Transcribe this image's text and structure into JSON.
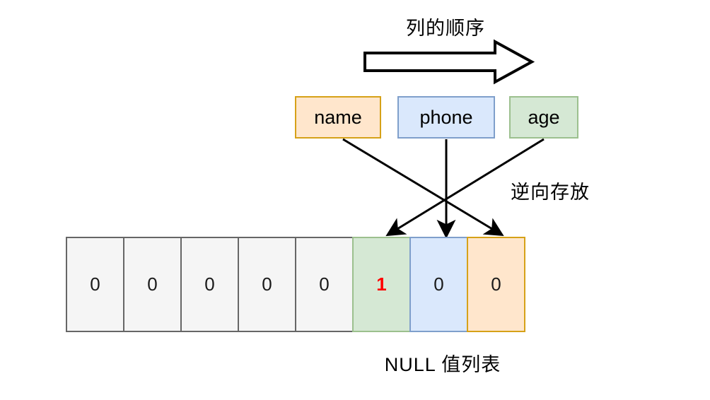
{
  "diagram": {
    "top_caption": "列的顺序",
    "side_caption": "逆向存放",
    "bottom_caption": "NULL 值列表",
    "flow_arrow": "right-arrow-outline"
  },
  "columns": [
    {
      "label": "name",
      "fill": "#ffe6cc",
      "border": "#d6a118",
      "text": "#000000"
    },
    {
      "label": "phone",
      "fill": "#dae8fc",
      "border": "#7f9fcb",
      "text": "#000000"
    },
    {
      "label": "age",
      "fill": "#d5e8d4",
      "border": "#9cc08e",
      "text": "#000000"
    }
  ],
  "bitmap": {
    "cells": [
      {
        "value": "0",
        "fill": "#f5f5f5",
        "border": "#666666",
        "text": "#1a1a1a",
        "flagged": false
      },
      {
        "value": "0",
        "fill": "#f5f5f5",
        "border": "#666666",
        "text": "#1a1a1a",
        "flagged": false
      },
      {
        "value": "0",
        "fill": "#f5f5f5",
        "border": "#666666",
        "text": "#1a1a1a",
        "flagged": false
      },
      {
        "value": "0",
        "fill": "#f5f5f5",
        "border": "#666666",
        "text": "#1a1a1a",
        "flagged": false
      },
      {
        "value": "0",
        "fill": "#f5f5f5",
        "border": "#666666",
        "text": "#1a1a1a",
        "flagged": false
      },
      {
        "value": "1",
        "fill": "#d5e8d4",
        "border": "#9cc08e",
        "text": "#ff0000",
        "flagged": true
      },
      {
        "value": "0",
        "fill": "#dae8fc",
        "border": "#7f9fcb",
        "text": "#1a1a1a",
        "flagged": false
      },
      {
        "value": "0",
        "fill": "#ffe6cc",
        "border": "#d6a118",
        "text": "#1a1a1a",
        "flagged": false
      }
    ]
  },
  "connections": [
    {
      "from": "name",
      "to_cell_index": 7,
      "arrow": "diagonal-down-right-arrow"
    },
    {
      "from": "phone",
      "to_cell_index": 6,
      "arrow": "straight-down-arrow"
    },
    {
      "from": "age",
      "to_cell_index": 5,
      "arrow": "diagonal-down-left-arrow"
    }
  ],
  "colors": {
    "stroke": "#000000",
    "background": "#ffffff"
  }
}
